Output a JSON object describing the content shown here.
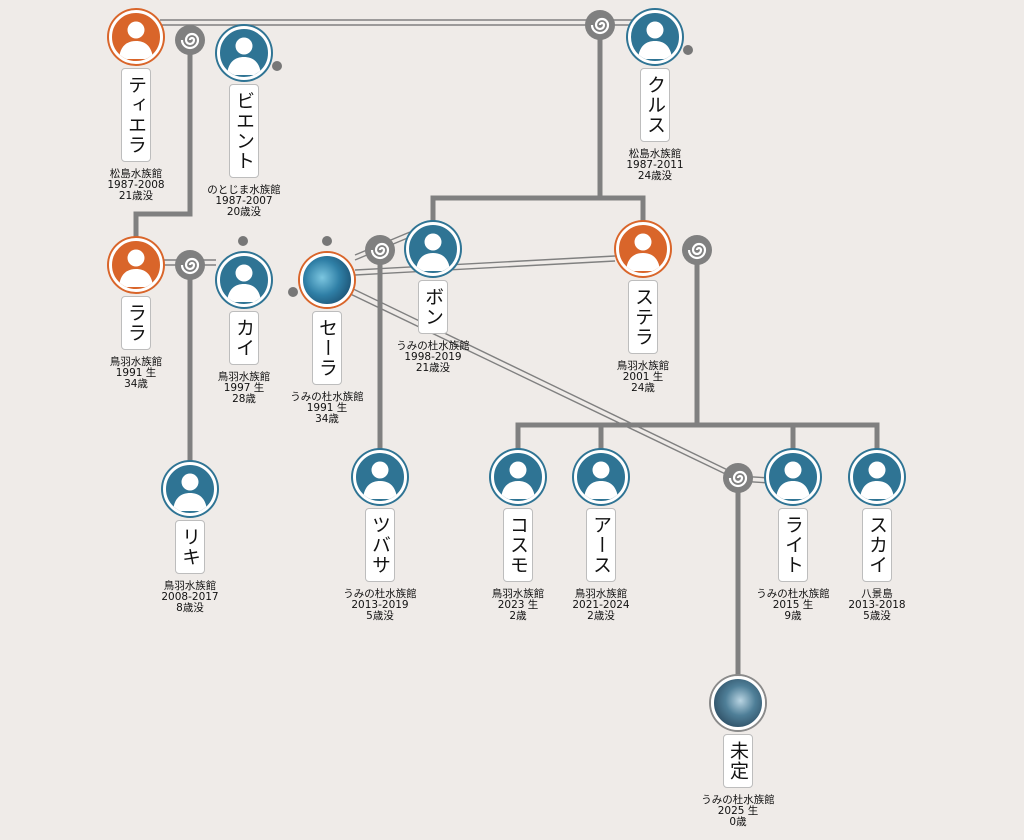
{
  "colors": {
    "female": "#d9652a",
    "male": "#2f7494",
    "line": "#808080",
    "background": "#efebe8"
  },
  "people": [
    {
      "id": "tiera",
      "name": "ティエラ",
      "sex": "female",
      "place": "松島水族館",
      "years": "1987-2008",
      "age": "21歳没"
    },
    {
      "id": "biento",
      "name": "ビエント",
      "sex": "male",
      "place": "のとじま水族館",
      "years": "1987-2007",
      "age": "20歳没"
    },
    {
      "id": "kurusu",
      "name": "クルス",
      "sex": "male",
      "place": "松島水族館",
      "years": "1987-2011",
      "age": "24歳没"
    },
    {
      "id": "rara",
      "name": "ララ",
      "sex": "female",
      "place": "鳥羽水族館",
      "years": "1991 生",
      "age": "34歳"
    },
    {
      "id": "kai",
      "name": "カイ",
      "sex": "male",
      "place": "鳥羽水族館",
      "years": "1997 生",
      "age": "28歳"
    },
    {
      "id": "sera",
      "name": "セーラ",
      "sex": "female",
      "photo": "photo",
      "place": "うみの杜水族館",
      "years": "1991 生",
      "age": "34歳"
    },
    {
      "id": "bon",
      "name": "ボン",
      "sex": "male",
      "place": "うみの杜水族館",
      "years": "1998-2019",
      "age": "21歳没"
    },
    {
      "id": "sutera",
      "name": "ステラ",
      "sex": "female",
      "place": "鳥羽水族館",
      "years": "2001 生",
      "age": "24歳"
    },
    {
      "id": "riki",
      "name": "リキ",
      "sex": "male",
      "place": "鳥羽水族館",
      "years": "2008-2017",
      "age": "8歳没"
    },
    {
      "id": "tsubasa",
      "name": "ツバサ",
      "sex": "male",
      "place": "うみの杜水族館",
      "years": "2013-2019",
      "age": "5歳没"
    },
    {
      "id": "kosumo",
      "name": "コスモ",
      "sex": "male",
      "place": "鳥羽水族館",
      "years": "2023 生",
      "age": "2歳"
    },
    {
      "id": "asu",
      "name": "アース",
      "sex": "male",
      "place": "鳥羽水族館",
      "years": "2021-2024",
      "age": "2歳没"
    },
    {
      "id": "raito",
      "name": "ライト",
      "sex": "male",
      "place": "うみの杜水族館",
      "years": "2015 生",
      "age": "9歳"
    },
    {
      "id": "sukai",
      "name": "スカイ",
      "sex": "male",
      "place": "八景島",
      "years": "2013-2018",
      "age": "5歳没"
    },
    {
      "id": "mitei",
      "name": "未定",
      "sex": "unknown",
      "photo": "photo2",
      "place": "うみの杜水族館",
      "years": "2025 生",
      "age": "0歳"
    }
  ],
  "icons": {
    "avatar": "person-silhouette-icon",
    "union": "spiral-union-icon"
  }
}
